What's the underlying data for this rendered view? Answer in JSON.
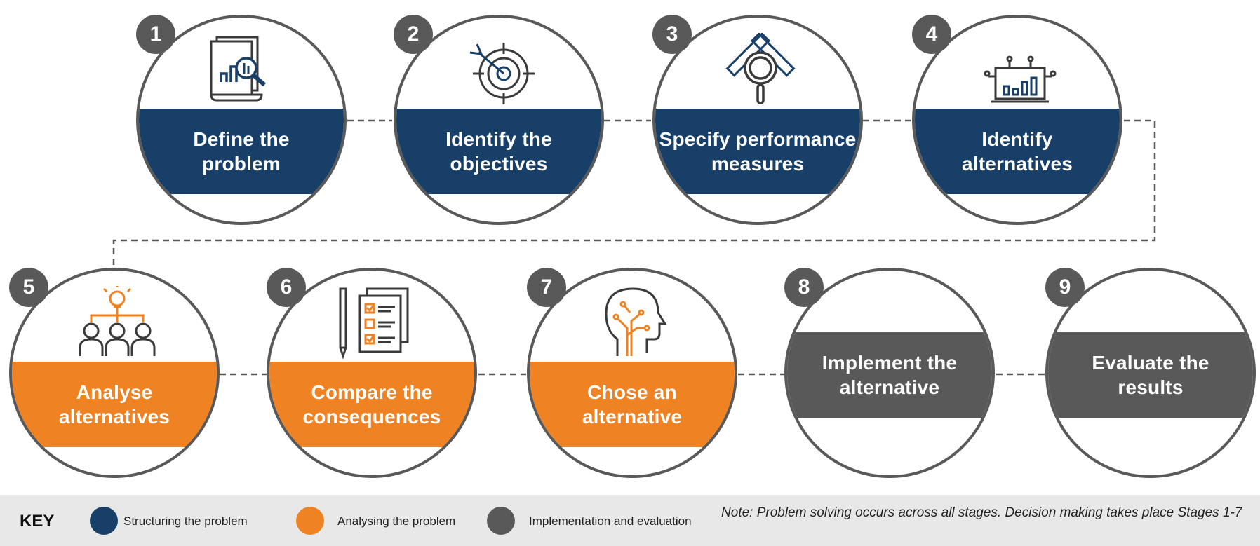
{
  "colors": {
    "structuring": "#173f68",
    "analysing": "#ef8223",
    "implementation": "#595959",
    "outline": "#595959"
  },
  "stages": [
    {
      "number": "1",
      "label": "Define the\nproblem",
      "group": "structuring",
      "icon": "report-magnifier-icon"
    },
    {
      "number": "2",
      "label": "Identify the\nobjectives",
      "group": "structuring",
      "icon": "target-arrow-icon"
    },
    {
      "number": "3",
      "label": "Specify performance\nmeasures",
      "group": "structuring",
      "icon": "magnifier-rulers-icon"
    },
    {
      "number": "4",
      "label": "Identify\nalternatives",
      "group": "structuring",
      "icon": "dashboard-chart-icon"
    },
    {
      "number": "5",
      "label": "Analyse\nalternatives",
      "group": "analysing",
      "icon": "team-lightbulb-icon"
    },
    {
      "number": "6",
      "label": "Compare the\nconsequences",
      "group": "analysing",
      "icon": "checklist-pen-icon"
    },
    {
      "number": "7",
      "label": "Chose an\nalternative",
      "group": "analysing",
      "icon": "head-circuit-icon"
    },
    {
      "number": "8",
      "label": "Implement the\nalternative",
      "group": "implementation",
      "icon": ""
    },
    {
      "number": "9",
      "label": "Evaluate the\nresults",
      "group": "implementation",
      "icon": ""
    }
  ],
  "key": {
    "title": "KEY",
    "items": [
      {
        "label": "Structuring the problem",
        "group": "structuring"
      },
      {
        "label": "Analysing the problem",
        "group": "analysing"
      },
      {
        "label": "Implementation and evaluation",
        "group": "implementation"
      }
    ],
    "note": "Note: Problem solving occurs across all stages. Decision making takes place Stages 1-7"
  }
}
